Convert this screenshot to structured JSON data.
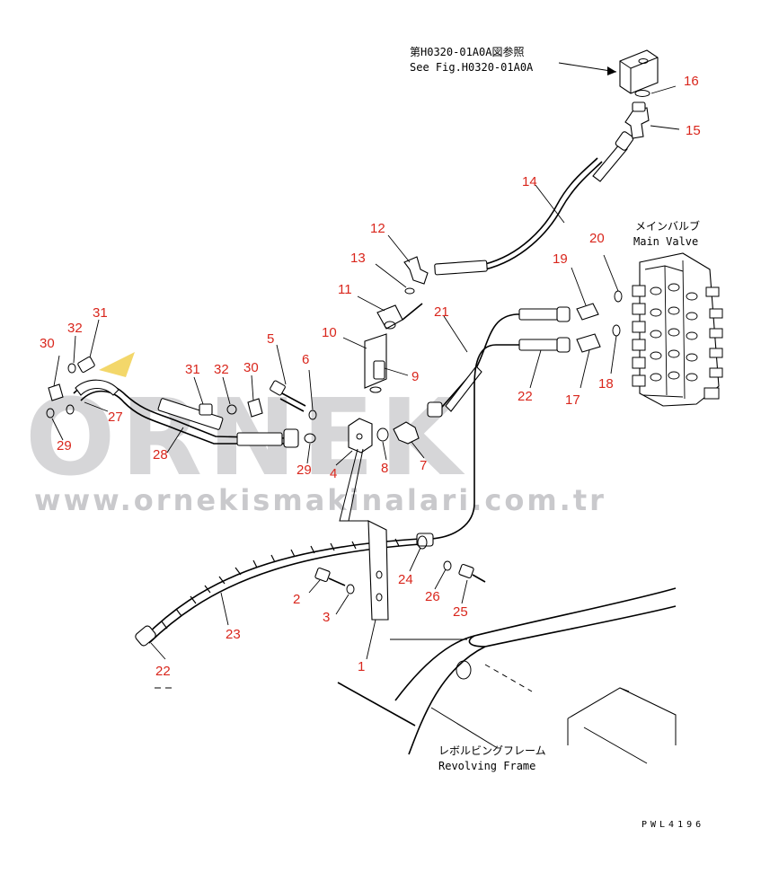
{
  "reference": {
    "line_jp": "第H0320-01A0A図参照",
    "line_en": "See Fig.H0320-01A0A"
  },
  "main_valve": {
    "label_jp": "メインバルブ",
    "label_en": "Main Valve"
  },
  "revolving_frame": {
    "label_jp": "レボルビングフレーム",
    "label_en": "Revolving Frame"
  },
  "drawing_code": "PWL4196",
  "watermark": {
    "brand": "ORNEK",
    "url": "www.ornekismakinalari.com.tr"
  },
  "callouts": {
    "c1": "1",
    "c2": "2",
    "c3": "3",
    "c4": "4",
    "c5": "5",
    "c6": "6",
    "c7": "7",
    "c8": "8",
    "c9": "9",
    "c10": "10",
    "c11": "11",
    "c12": "12",
    "c13": "13",
    "c14": "14",
    "c15": "15",
    "c16": "16",
    "c17": "17",
    "c18": "18",
    "c19": "19",
    "c20": "20",
    "c21": "21",
    "c22a": "22",
    "c22b": "22",
    "c23": "23",
    "c24": "24",
    "c25": "25",
    "c26": "26",
    "c27": "27",
    "c28": "28",
    "c29a": "29",
    "c29b": "29",
    "c30a": "30",
    "c30b": "30",
    "c31a": "31",
    "c31b": "31",
    "c32a": "32",
    "c32b": "32"
  },
  "colors": {
    "callout": "#d9261c",
    "watermark": "#d6d6d8",
    "accent": "#f2c200"
  }
}
